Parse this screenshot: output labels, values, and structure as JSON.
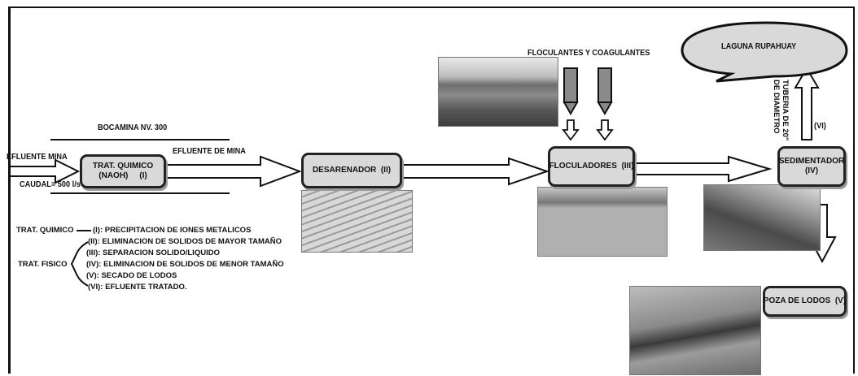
{
  "labels": {
    "bocamina": "BOCAMINA NV. 300",
    "efluente_mina": "EFLUENTE MINA",
    "caudal": "CAUDAL= 500 l/s",
    "efluente_de_mina": "EFLUENTE DE MINA",
    "floculantes": "FLOCULANTES Y COAGULANTES",
    "tuberia_line1": "TUBERIA DE 20\"",
    "tuberia_line2": "DE DIAMETRO",
    "vi_marker": "(VI)"
  },
  "boxes": {
    "trat_quimico_line1": "TRAT. QUIMICO",
    "trat_quimico_line2": "(NAOH)     (I)",
    "desarenador": "DESARENADOR  (II)",
    "floculadores": "FLOCULADORES  (III)",
    "sedimentador_line1": "SEDIMENTADOR",
    "sedimentador_line2": "(IV)",
    "poza_de_lodos": "POZA DE LODOS  (V)",
    "laguna": "LAGUNA RUPAHUAY"
  },
  "legend": {
    "trat_quimico_label": "TRAT. QUIMICO",
    "trat_fisico_label": "TRAT. FISICO",
    "items": [
      "(I): PRECIPITACION DE IONES METALICOS",
      "(II): ELIMINACION DE SOLIDOS DE MAYOR TAMAÑO",
      "(III): SEPARACION SOLIDO/LIQUIDO",
      "(IV): ELIMINACION DE SOLIDOS DE MENOR TAMAÑO",
      "(V): SECADO DE LODOS",
      "(VI): EFLUENTE TRATADO."
    ]
  },
  "colors": {
    "box_fill": "#d9d9d9",
    "cloud_fill": "#d9d9d9",
    "arrow_fill": "#ffffff",
    "dosing_arrow_fill": "#8a8a8a",
    "line": "#111111"
  }
}
